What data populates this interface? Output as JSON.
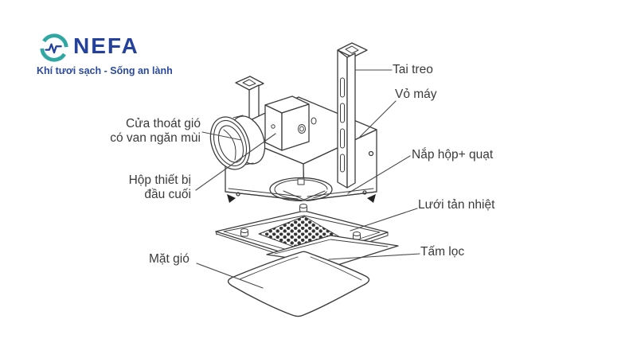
{
  "logo": {
    "brand": "NEFA",
    "tagline": "Khí tươi sạch - Sống an lành",
    "brand_color": "#24419B",
    "icon_color": "#2FA8A4"
  },
  "diagram": {
    "line_color": "#3c3c3c",
    "label_color": "#3a3a3a",
    "labels": {
      "tai_treo": "Tai treo",
      "vo_may": "Vỏ máy",
      "nap_hop_quat": "Nắp hộp+ quạt",
      "luoi_tan_nhiet": "Lưới tản nhiệt",
      "tam_loc": "Tấm lọc",
      "cua_thoat_gio_1": "Cửa thoát gió",
      "cua_thoat_gio_2": "có van ngăn mùi",
      "hop_thiet_bi_1": "Hộp thiết bị",
      "hop_thiet_bi_2": "đầu cuối",
      "mat_gio": "Mặt gió"
    }
  }
}
